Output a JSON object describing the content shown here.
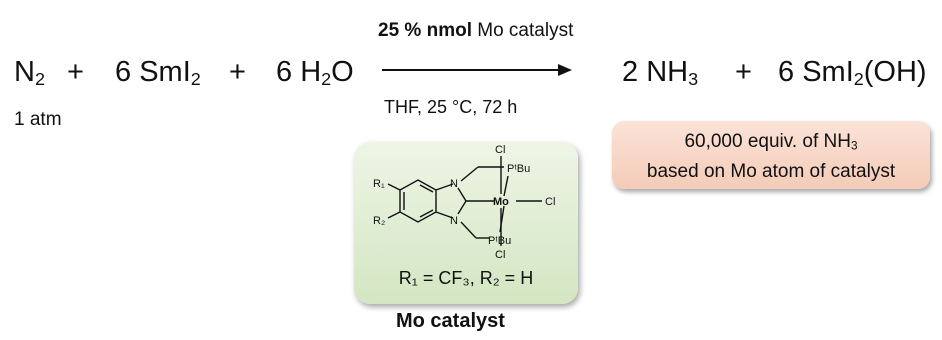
{
  "reaction": {
    "reactant_n2": "N",
    "reactant_n2_sub": "2",
    "plus1": "+",
    "reactant_smi2_coeff": "6",
    "reactant_smi2_name": "SmI",
    "reactant_smi2_sub": "2",
    "plus2": "+",
    "reactant_h2o_coeff": "6",
    "reactant_h2o_h": "H",
    "reactant_h2o_sub": "2",
    "reactant_h2o_o": "O",
    "n2_pressure": "1 atm",
    "condition_top_bold": "25 % nmol",
    "condition_top_rest": " Mo catalyst",
    "condition_bottom": "THF, 25 °C, 72 h",
    "product_nh3_coeff": "2",
    "product_nh3_name": "NH",
    "product_nh3_sub": "3",
    "plus3": "+",
    "product_smi2oh_coeff": "6",
    "product_smi2oh_name": "SmI",
    "product_smi2oh_sub": "2",
    "product_smi2oh_tail": "(OH)"
  },
  "result": {
    "line1_prefix": "60,000 equiv. of NH",
    "line1_sub": "3",
    "line2": "based on Mo atom of catalyst"
  },
  "catalyst": {
    "caption": "Mo catalyst",
    "substituent_line": "R₁ = CF₃, R₂ = H",
    "labels": {
      "r1": "R₁",
      "r2": "R₂",
      "n_top": "N",
      "n_bottom": "N",
      "mo": "Mo",
      "cl_top": "Cl",
      "cl_right": "Cl",
      "cl_bottom": "Cl",
      "p_top": "PᵗBu",
      "p_bottom": "PᵗBu"
    }
  },
  "colors": {
    "result_box": "#f4cbb8",
    "catalyst_box": "#d3e6c2",
    "text": "#111111"
  }
}
